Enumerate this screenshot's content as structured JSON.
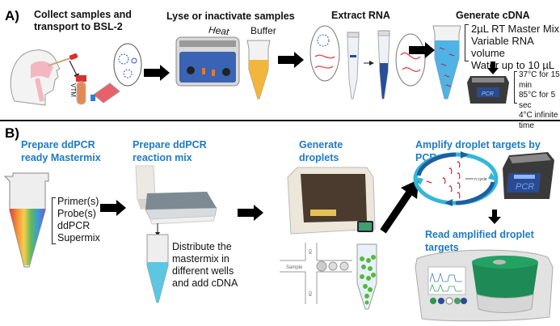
{
  "panelA": {
    "label": "A)",
    "steps": [
      {
        "title_line1": "Collect samples and",
        "title_line2": "transport to BSL-2",
        "tube_label": "VTM"
      },
      {
        "title": "Lyse or inactivate samples",
        "heat_label": "Heat",
        "buffer_label": "Buffer"
      },
      {
        "title": "Extract RNA"
      },
      {
        "title": "Generate cDNA",
        "mix_items": [
          "2µL RT Master Mix",
          "Variable RNA volume",
          "Water up to 10 µL"
        ],
        "thermal_steps": [
          "37°C for 15 min",
          "85°C for 5 sec",
          "4°C infinite time"
        ],
        "device_label": "PCR"
      }
    ]
  },
  "panelB": {
    "label": "B)",
    "steps": [
      {
        "title_line1": "Prepare ddPCR",
        "title_line2": "ready Mastermix",
        "components": [
          "Primer(s)",
          "Probe(s)",
          "ddPCR",
          "Supermix"
        ]
      },
      {
        "title_line1": "Prepare ddPCR",
        "title_line2": "reaction mix",
        "note": [
          "Distribute the",
          "mastermix in",
          "different wells",
          "and add cDNA"
        ]
      },
      {
        "title_line1": "Generate",
        "title_line2": "droplets",
        "channel_labels": [
          "Oil",
          "Sample",
          "Oil"
        ]
      },
      {
        "title": "Amplify droplet targets by PCR",
        "cycle_label": "n cycle",
        "device_label": "PCR"
      },
      {
        "title": "Read amplified droplet targets"
      }
    ]
  },
  "colors": {
    "step_title_blue": "#1f7ac4",
    "arrow": "#000000",
    "cycle_dark": "#1d5fa0",
    "cycle_light": "#33b8d6",
    "reader_green": "#1e8a55"
  }
}
